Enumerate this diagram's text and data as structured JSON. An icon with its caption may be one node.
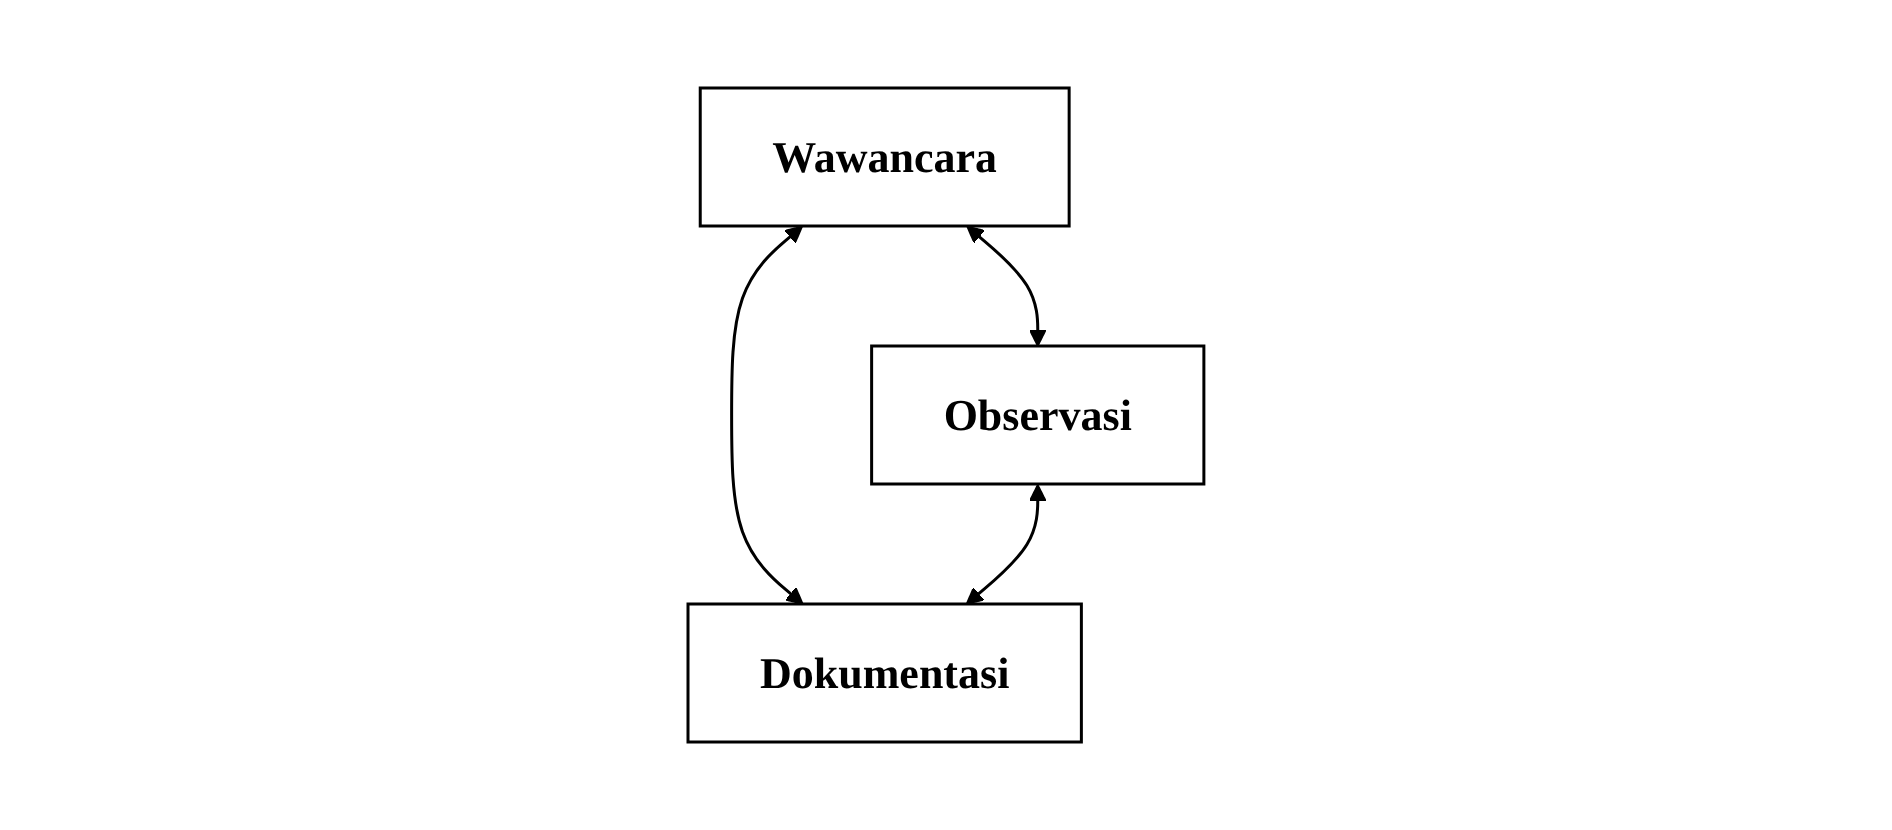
{
  "diagram": {
    "nodes": [
      {
        "text": [
          "Wawancara"
        ]
      },
      {
        "text": [
          "Observasi"
        ]
      },
      {
        "text": [
          "Dokumentasi"
        ]
      }
    ],
    "edges": [
      {
        "from": 0,
        "to": 1,
        "arrow": "both"
      },
      {
        "from": 0,
        "to": 2,
        "arrow": "both"
      },
      {
        "from": 1,
        "to": 2,
        "arrow": "both"
      }
    ]
  }
}
